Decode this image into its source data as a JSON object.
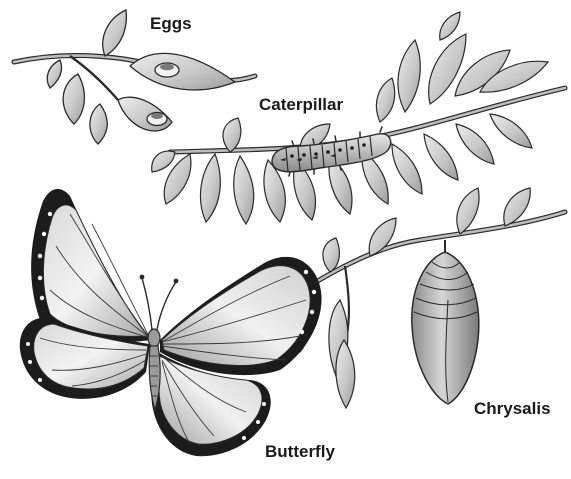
{
  "labels": {
    "eggs": "Eggs",
    "caterpillar": "Caterpillar",
    "chrysalis": "Chrysalis",
    "butterfly": "Butterfly"
  },
  "colors": {
    "stroke": "#2a2a2a",
    "leaf_light": "#e2e2e2",
    "leaf_mid": "#b4b4b4",
    "wing_dark": "#1c1c1c",
    "body": "#9a9a9a"
  }
}
